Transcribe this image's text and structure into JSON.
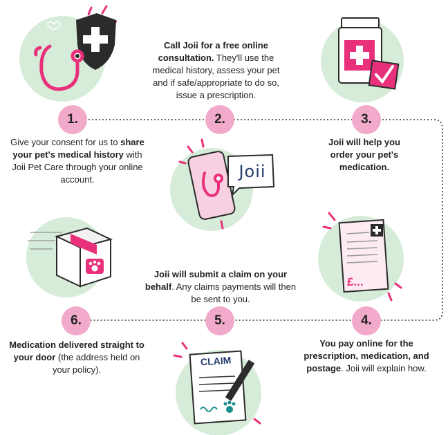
{
  "steps": [
    {
      "number": "1.",
      "pre": "Give your consent for us to ",
      "bold": "share your pet's medical history",
      "post": " with Joii Pet Care through your online account."
    },
    {
      "number": "2.",
      "pre": "",
      "bold": "Call Joii for a free online consultation.",
      "post": " They'll use the medical history, assess your pet and if safe/appropriate to do so, issue a prescription."
    },
    {
      "number": "3.",
      "pre": "",
      "bold": "Joii will help you order your pet's medication.",
      "post": ""
    },
    {
      "number": "4.",
      "pre": "",
      "bold": "You pay online for the prescription, medication, and postage",
      "post": ". Joii will explain how."
    },
    {
      "number": "5.",
      "pre": "",
      "bold": "Joii will submit a claim on your behalf",
      "post": ". Any claims payments will then be sent to you."
    },
    {
      "number": "6.",
      "pre": "",
      "bold": "Medication delivered straight to your door",
      "post": " (the address held on your policy)."
    }
  ],
  "illustrations": {
    "phone_logo": "Joii",
    "claim_heading": "CLAIM",
    "price_label": "£..."
  },
  "colors": {
    "circle_green": "#d6ecd8",
    "pink": "#e8317a",
    "number_badge": "#f2aacb",
    "dark": "#2b2b2b",
    "navy": "#233a6b",
    "light_pink": "#f7d0e2"
  },
  "icons": [
    "shield-cross-icon",
    "stethoscope-icon",
    "medicine-bottle-icon",
    "checkmark-icon",
    "phone-icon",
    "chat-bubble-icon",
    "prescription-icon",
    "parcel-icon",
    "paw-icon",
    "claim-form-icon",
    "pen-icon"
  ]
}
